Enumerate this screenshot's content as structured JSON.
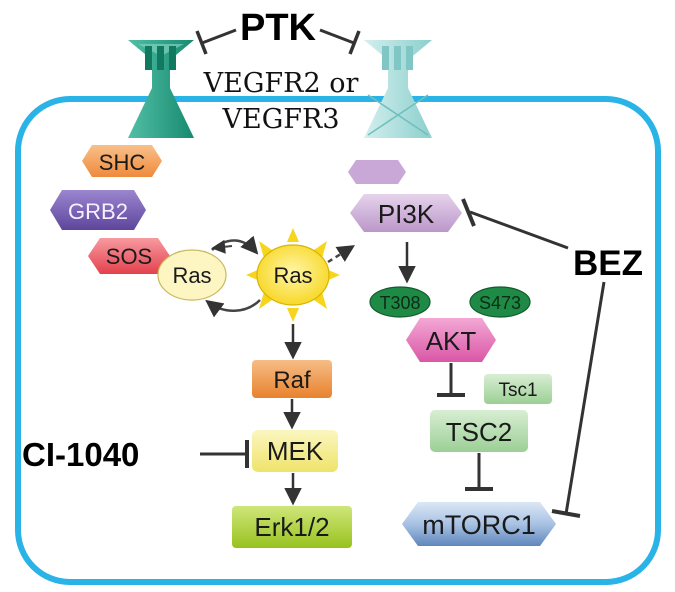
{
  "labels": {
    "ptk": "PTK",
    "receptor_line1": "VEGFR2 or",
    "receptor_line2": "VEGFR3",
    "bez": "BEZ",
    "ci1040": "CI-1040"
  },
  "nodes": {
    "shc": "SHC",
    "grb2": "GRB2",
    "sos": "SOS",
    "ras_inactive": "Ras",
    "ras_active": "Ras",
    "raf": "Raf",
    "mek": "MEK",
    "erk": "Erk1/2",
    "pi3k": "PI3K",
    "t308": "T308",
    "s473": "S473",
    "akt": "AKT",
    "tsc1": "Tsc1",
    "tsc2": "TSC2",
    "mtorc1": "mTORC1"
  },
  "colors": {
    "membrane": "#29b3e6",
    "receptor_active": "#1f9e82",
    "receptor_inactive": "#a9dedd",
    "shc": "#f5a35c",
    "grb2": "#7b62b8",
    "sos": "#f0626a",
    "ras_inactive": "#fdf6c3",
    "ras_active": "#fde24b",
    "raf": "#ef9d50",
    "mek": "#f5ee8a",
    "erk": "#b6d540",
    "pi3k": "#d3b5dd",
    "phospho": "#1f8a46",
    "akt": "#e77bbd",
    "tsc": "#b9dfb4",
    "mtorc1": "#9cb9dc"
  }
}
